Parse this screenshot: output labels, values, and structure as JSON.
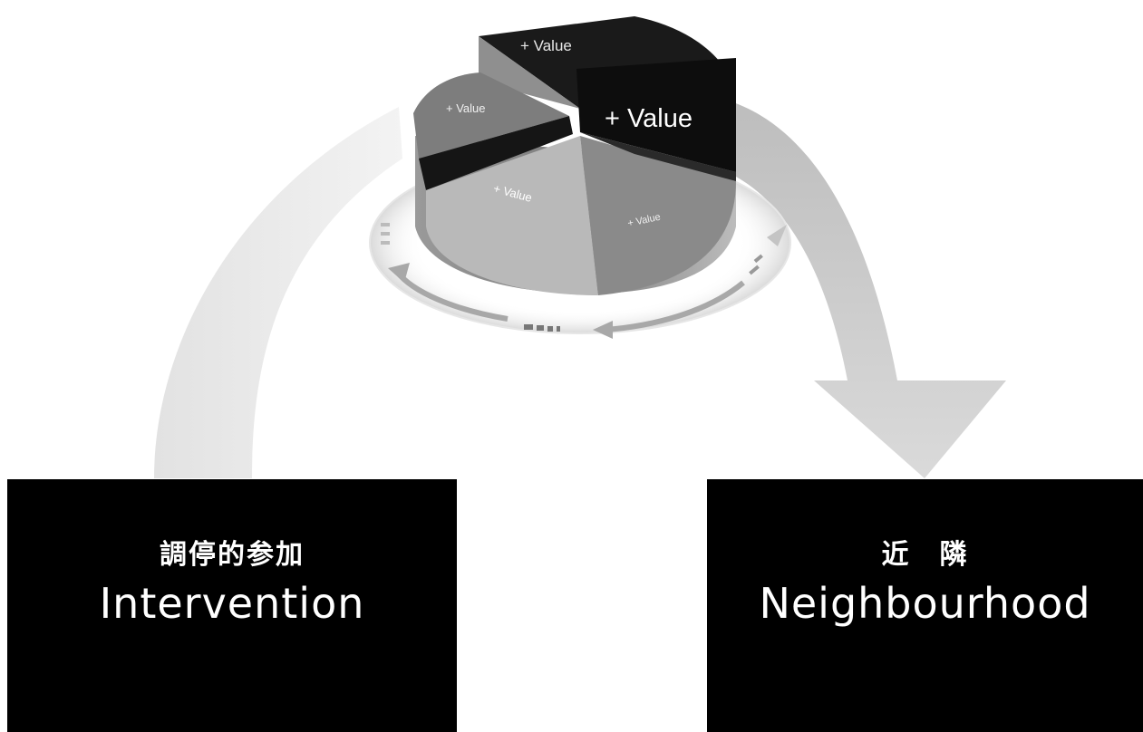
{
  "pie_labels": [
    "+ Value",
    "+ Value",
    "+ Value",
    "+ Value",
    "+ Value"
  ],
  "boxes": [
    {
      "cjk": "調停的参加",
      "en": "Intervention"
    },
    {
      "cjk": "近　隣",
      "en": "Neighbourhood"
    }
  ]
}
